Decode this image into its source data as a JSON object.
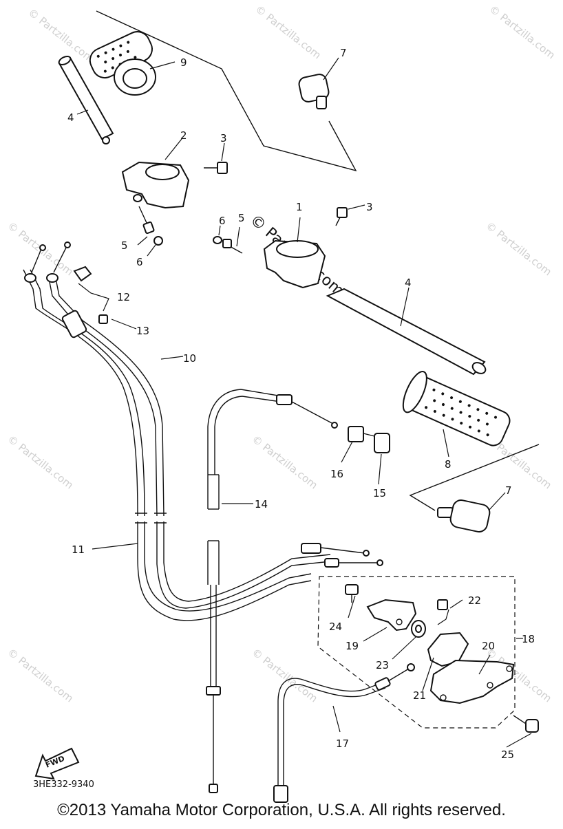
{
  "watermark": "© Partzilla.com",
  "center_watermark": "© Partzilla.com",
  "callouts": {
    "p1": "1",
    "p2": "2",
    "p3a": "3",
    "p3b": "3",
    "p4a": "4",
    "p4b": "4",
    "p5a": "5",
    "p5b": "5",
    "p6a": "6",
    "p6b": "6",
    "p7a": "7",
    "p7b": "7",
    "p8": "8",
    "p9": "9",
    "p10": "10",
    "p11": "11",
    "p12": "12",
    "p13": "13",
    "p14": "14",
    "p15": "15",
    "p16": "16",
    "p17": "17",
    "p18": "18",
    "p19": "19",
    "p20": "20",
    "p21": "21",
    "p22": "22",
    "p23": "23",
    "p24": "24",
    "p25": "25"
  },
  "fwd_label": "FWD",
  "drawing_code": "3HE332-9340",
  "copyright": "©2013 Yamaha Motor Corporation, U.S.A. All rights reserved."
}
